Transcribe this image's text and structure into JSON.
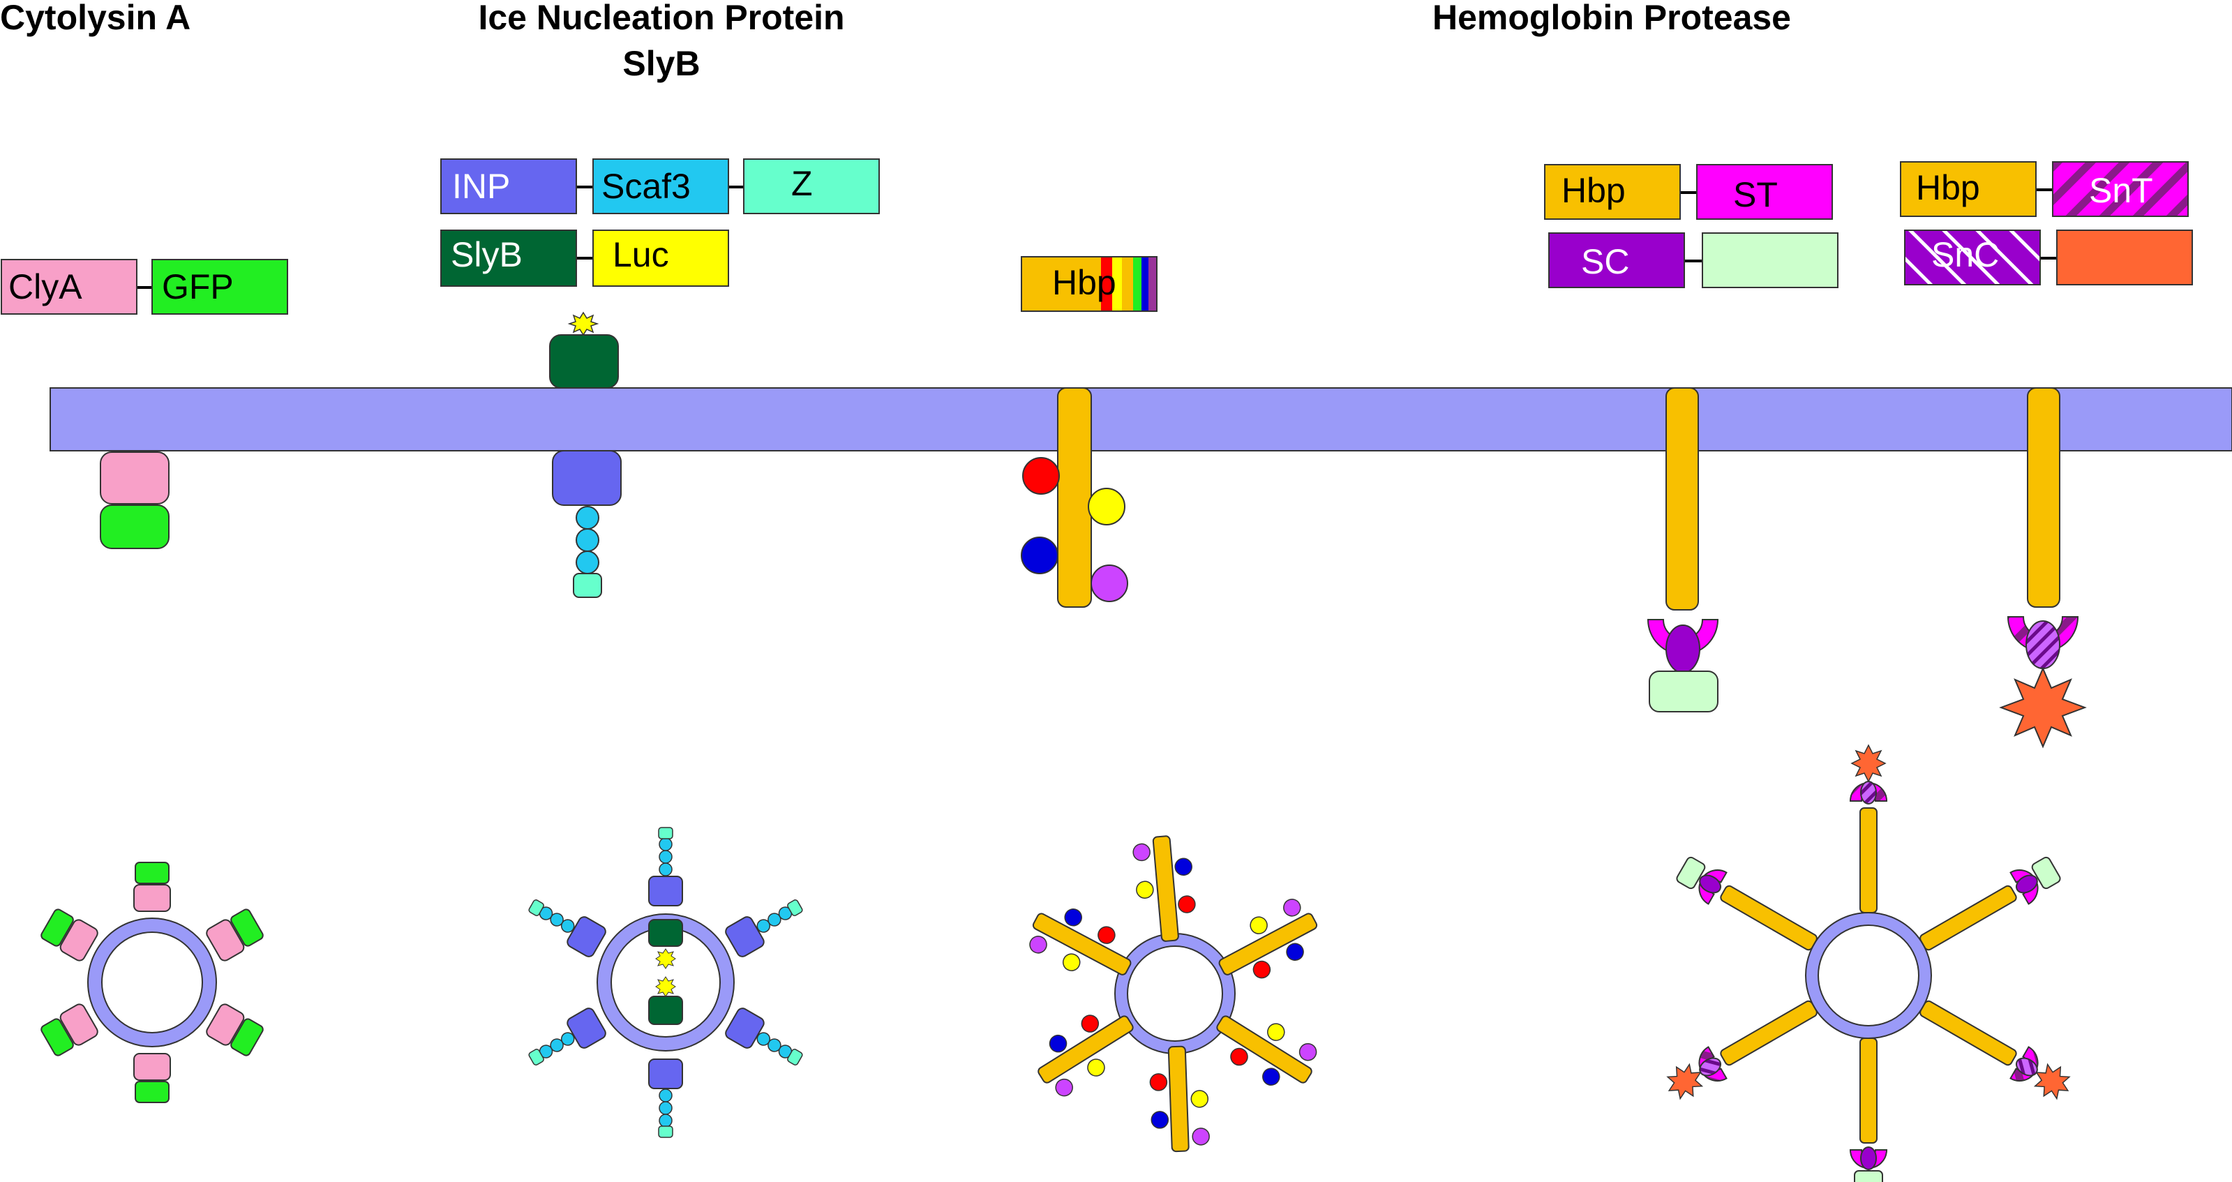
{
  "titles": {
    "cytolysin": "Cytolysin A",
    "inp_line1": "Ice Nucleation Protein",
    "inp_line2": "SlyB",
    "hemoglobin": "Hemoglobin Protease"
  },
  "labels": {
    "clya": "ClyA",
    "gfp": "GFP",
    "inp": "INP",
    "scaf3": "Scaf3",
    "z": "Z",
    "slyb": "SlyB",
    "luc": "Luc",
    "hbp_middle": "Hbp",
    "hbp_st": "Hbp",
    "st": "ST",
    "sc": "SC",
    "hbp_snt": "Hbp",
    "snt": "SnT",
    "snc": "SnC"
  },
  "colors": {
    "membrane": "#9A9AF8",
    "pink": "#F8A0C8",
    "green": "#22EE22",
    "inp_blue": "#6666F0",
    "cyan": "#22C8F0",
    "aqua": "#66FFCC",
    "dark_green": "#006633",
    "yellow": "#FFFF00",
    "hbp_orange": "#F8C000",
    "magenta": "#FF00FF",
    "purple": "#9900CC",
    "mint": "#CCFFCC",
    "coral": "#FF6633",
    "red": "#FF0000",
    "blue": "#0000DD",
    "violet": "#CC44FF"
  }
}
